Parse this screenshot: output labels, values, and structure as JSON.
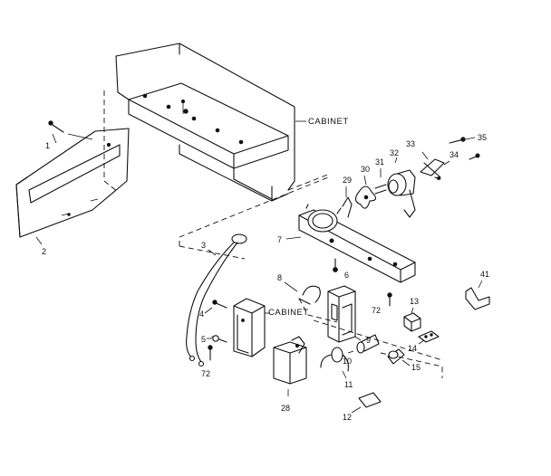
{
  "labels": {
    "cabinet_top": "CABINET",
    "cabinet_bottom": "CABINET",
    "p1": "1",
    "p2": "2",
    "p3": "3",
    "p4": "4",
    "p5": "5",
    "p6": "6",
    "p7": "7",
    "p8": "8",
    "p9": "9",
    "p10": "10",
    "p11": "11",
    "p12": "12",
    "p13": "13",
    "p14": "14",
    "p15": "15",
    "p28": "28",
    "p29": "29",
    "p30": "30",
    "p31": "31",
    "p32": "32",
    "p33": "33",
    "p34": "34",
    "p35": "35",
    "p41": "41",
    "p72a": "72",
    "p72b": "72"
  }
}
